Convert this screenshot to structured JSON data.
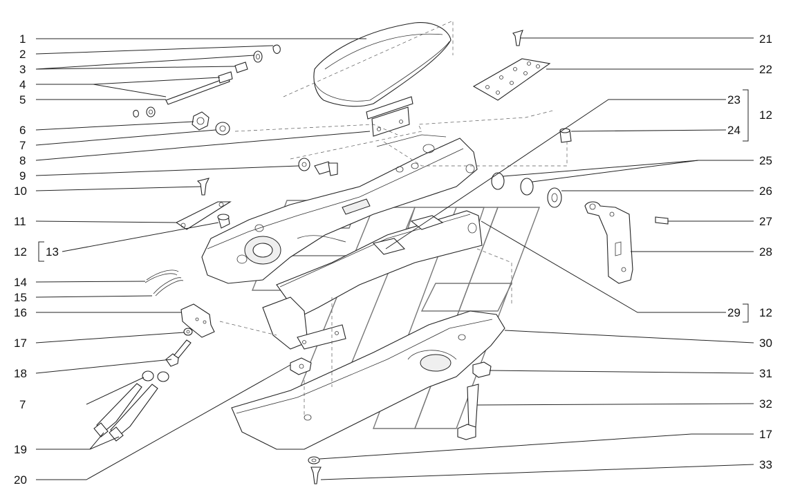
{
  "diagram": {
    "labels_left": [
      "1",
      "2",
      "3",
      "4",
      "5",
      "6",
      "7",
      "8",
      "9",
      "10",
      "11",
      "12",
      "13",
      "14",
      "15",
      "16",
      "17",
      "18",
      "7",
      "19",
      "20"
    ],
    "labels_right": [
      "21",
      "22",
      "23",
      "24",
      "12",
      "25",
      "26",
      "27",
      "28",
      "29",
      "12",
      "30",
      "31",
      "32",
      "17",
      "33"
    ]
  }
}
